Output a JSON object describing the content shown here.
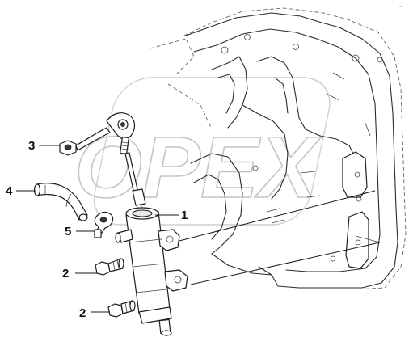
{
  "callouts": [
    {
      "id": "1",
      "label": "1"
    },
    {
      "id": "2a",
      "label": "2"
    },
    {
      "id": "2b",
      "label": "2"
    },
    {
      "id": "3",
      "label": "3"
    },
    {
      "id": "4",
      "label": "4"
    },
    {
      "id": "5",
      "label": "5"
    }
  ],
  "watermark": {
    "text": "OPEX"
  },
  "corner_mark": "~",
  "colors": {
    "line": "#2a2a2a",
    "watermark": "#c4c4c4",
    "background": "#ffffff"
  }
}
